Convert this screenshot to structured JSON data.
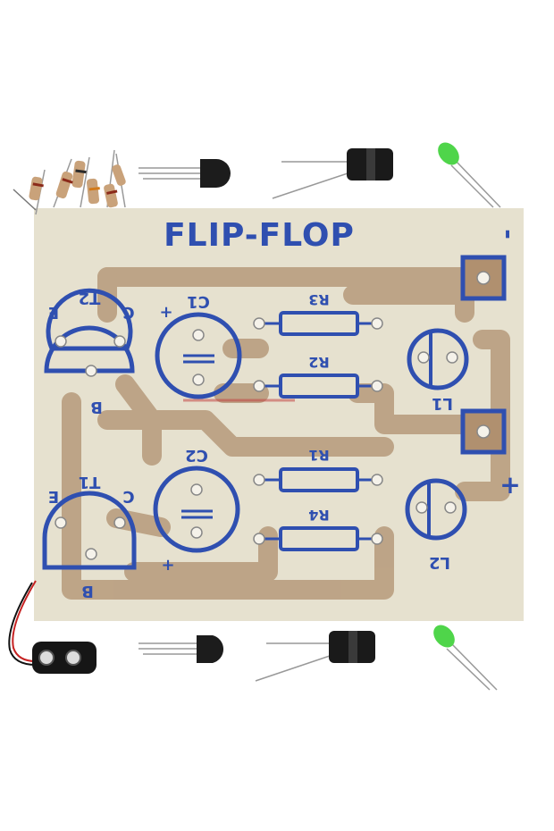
{
  "board": {
    "title": "FLIP-FLOP",
    "terminal_negative": "-",
    "terminal_positive": "+"
  },
  "transistors": [
    {
      "label": "T2",
      "emitter": "E",
      "collector": "C",
      "base": "B"
    },
    {
      "label": "T1",
      "emitter": "E",
      "collector": "C",
      "base": "B"
    }
  ],
  "capacitors": [
    {
      "label": "C1",
      "polarity": "+"
    },
    {
      "label": "C2",
      "polarity": "+"
    }
  ],
  "resistors": [
    "R3",
    "R2",
    "R1",
    "R4"
  ],
  "leds": [
    "L1",
    "L2"
  ],
  "colors": {
    "board": "#e6e1cf",
    "copper": "#b0906f",
    "silkscreen": "#2f4fb0",
    "led": "#4fd54a"
  }
}
